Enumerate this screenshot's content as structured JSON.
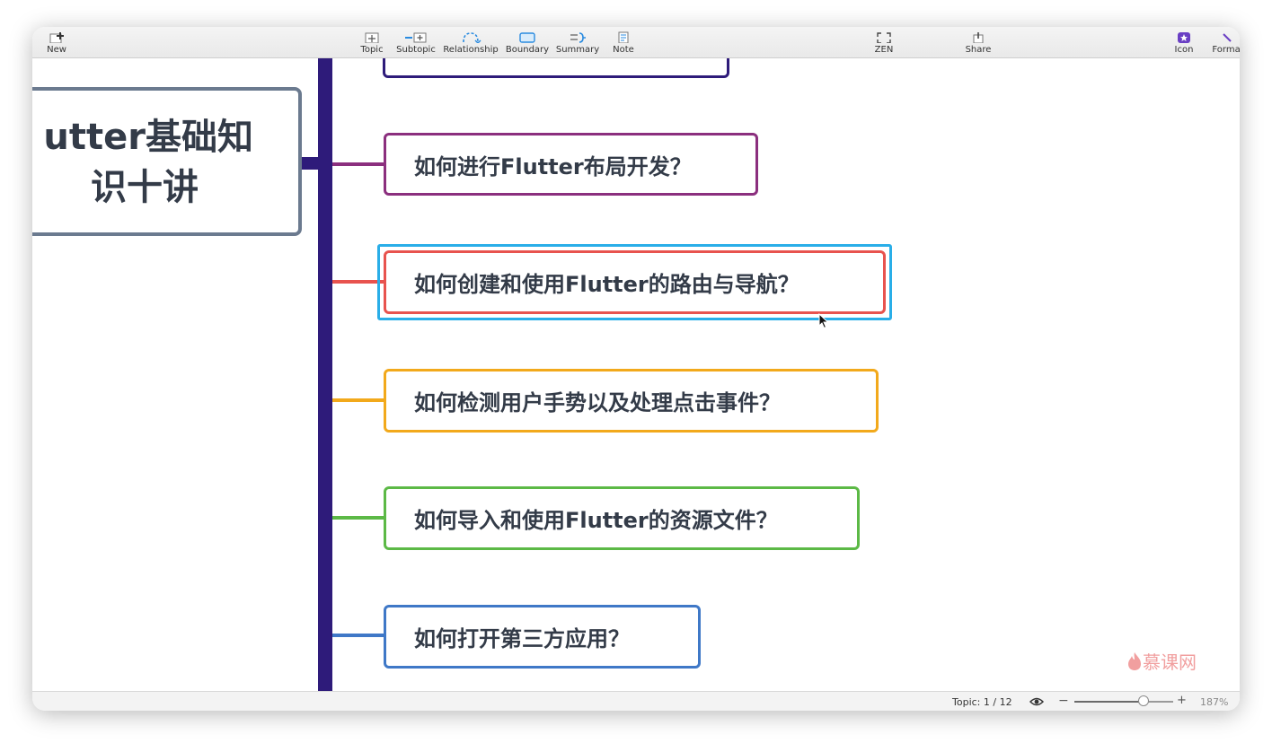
{
  "toolbar": {
    "new": "New",
    "topic": "Topic",
    "subtopic": "Subtopic",
    "relationship": "Relationship",
    "boundary": "Boundary",
    "summary": "Summary",
    "note": "Note",
    "zen": "ZEN",
    "share": "Share",
    "icon": "Icon",
    "format": "Format"
  },
  "map": {
    "root": {
      "line1": "utter基础知",
      "line2": "识十讲",
      "border_color": "#6b7a8f"
    },
    "trunk_color": "#2e1b7a",
    "topics": [
      {
        "label": "",
        "color": "#2e1b7a"
      },
      {
        "label": "如何进行Flutter布局开发？",
        "color": "#8b2f7e"
      },
      {
        "label": "如何创建和使用Flutter的路由与导航？",
        "color": "#e8534e",
        "selected": true
      },
      {
        "label": "如何检测用户手势以及处理点击事件？",
        "color": "#f2a91b"
      },
      {
        "label": "如何导入和使用Flutter的资源文件？",
        "color": "#5cb946"
      },
      {
        "label": "如何打开第三方应用？",
        "color": "#3f78c7"
      }
    ],
    "selection_color": "#29aee8"
  },
  "status": {
    "topic_count": "Topic: 1 / 12",
    "zoom_level": 0.7,
    "zoom": "187%"
  },
  "watermark": "慕课网"
}
